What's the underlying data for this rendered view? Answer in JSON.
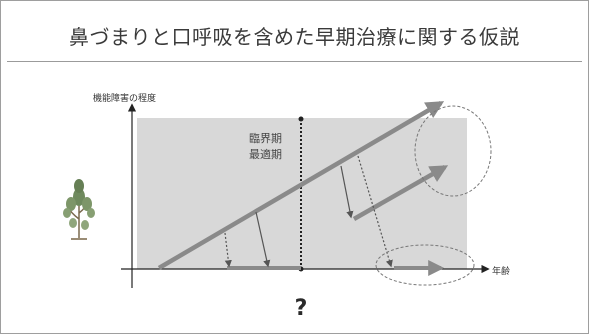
{
  "title": "鼻づまりと口呼吸を含めた早期治療に関する仮説",
  "diagram": {
    "y_axis_label": "機能障害の程度",
    "x_axis_label": "年齢",
    "critical_period_label_line1": "臨界期",
    "critical_period_label_line2": "最適期",
    "question_mark": "?"
  },
  "colors": {
    "shaded_region": "#d8d8d8",
    "arrow_color": "#8a8a8a",
    "axis_color": "#222222"
  },
  "icons": [
    "plant-illustration"
  ]
}
